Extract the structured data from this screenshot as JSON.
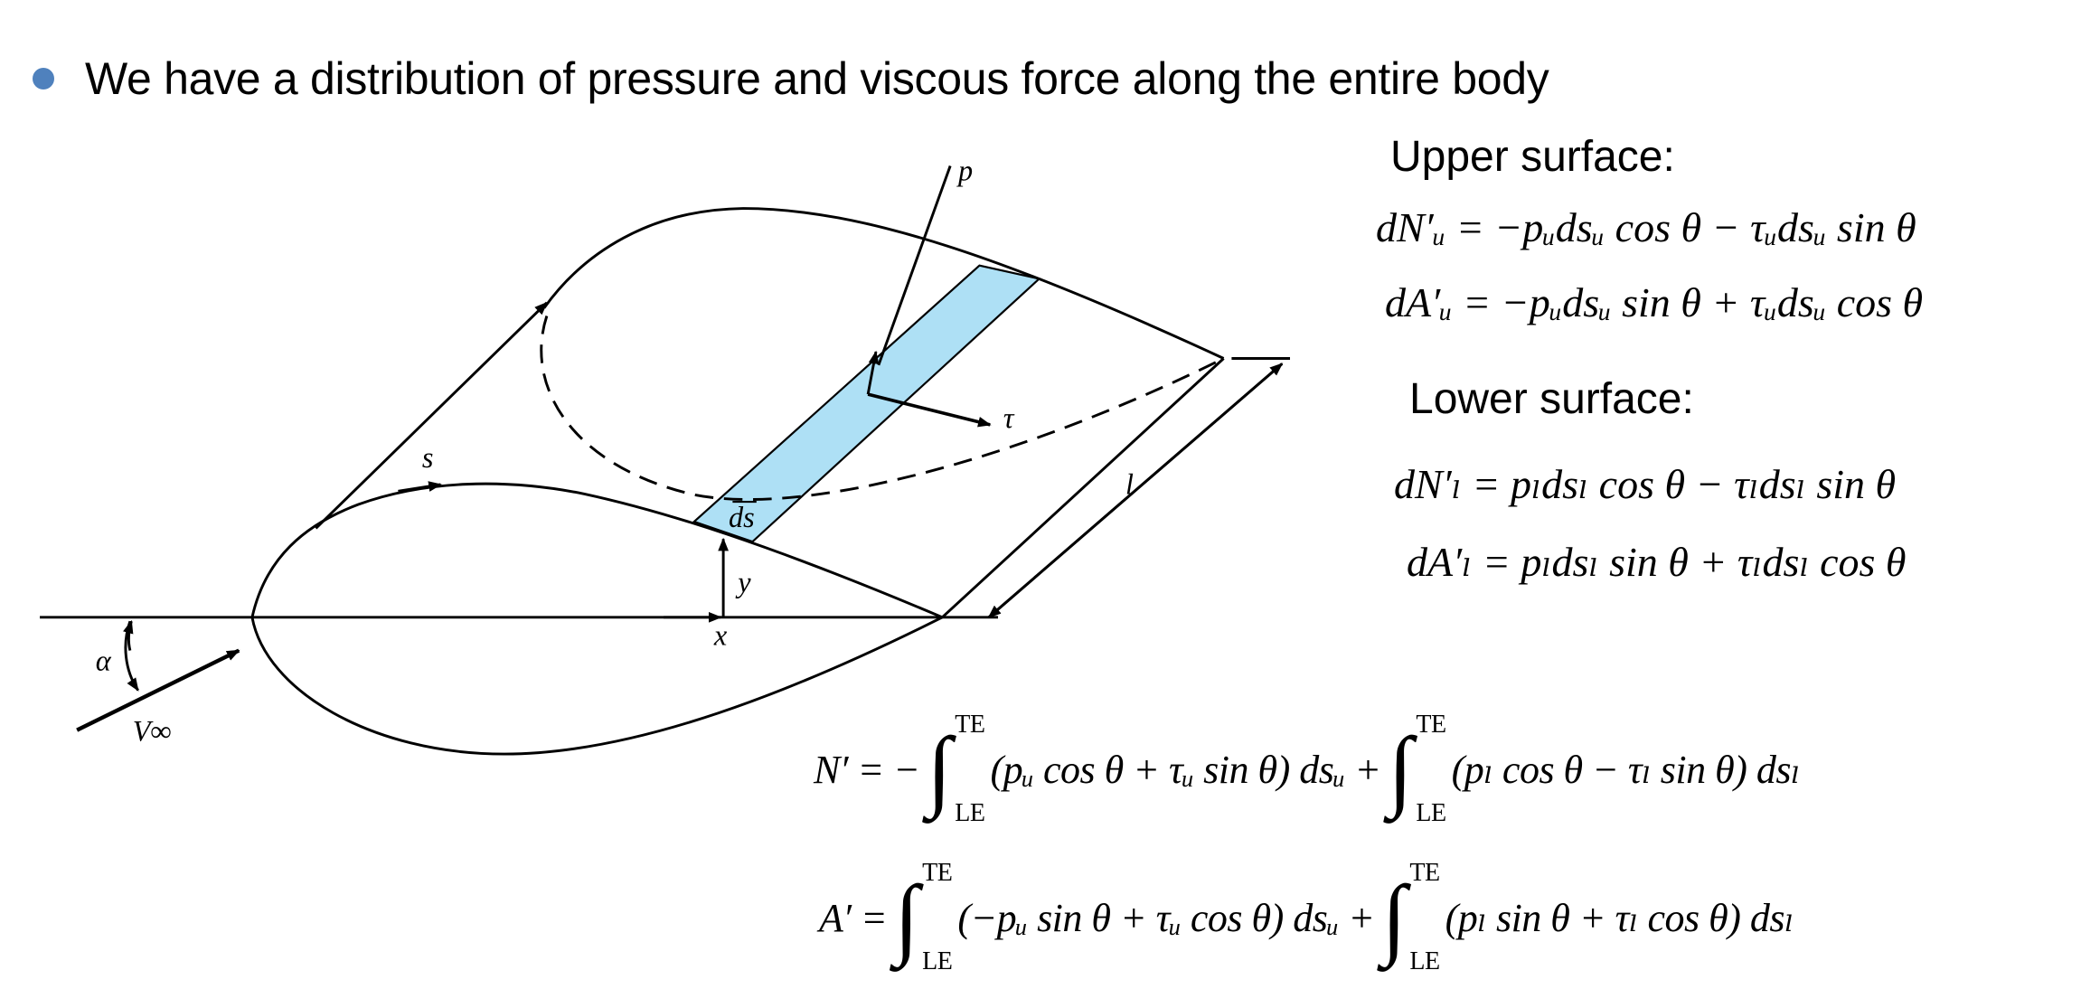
{
  "bullet": {
    "text": "We have a distribution of pressure and viscous force along the entire body",
    "color": "#4f81bd"
  },
  "diagram": {
    "labels": {
      "p": "p",
      "tau": "τ",
      "s": "s",
      "ds": "ds",
      "y": "y",
      "x": "x",
      "l": "l",
      "alpha": "α",
      "v_inf": "V∞"
    },
    "strip_color": "#aee0f5"
  },
  "upper": {
    "heading": "Upper surface:",
    "dN": "dN′ᵤ = −pᵤdsᵤ cos θ − τᵤdsᵤ sin θ",
    "dA": "dA′ᵤ = −pᵤdsᵤ sin θ + τᵤdsᵤ cos θ"
  },
  "lower": {
    "heading": "Lower surface:",
    "dN": "dN′ₗ = pₗdsₗ cos θ − τₗdsₗ sin θ",
    "dA": "dA′ₗ = pₗdsₗ sin θ + τₗdsₗ cos θ"
  },
  "normal_force": {
    "lhs": "N′ = −",
    "upper_lim": "TE",
    "lower_lim": "LE",
    "term1": "(pᵤ cos θ + τᵤ sin θ) dsᵤ +",
    "term2": "(pₗ cos θ − τₗ sin θ) dsₗ"
  },
  "axial_force": {
    "lhs": "A′ =",
    "upper_lim": "TE",
    "lower_lim": "LE",
    "term1": "(−pᵤ sin θ + τᵤ cos θ) dsᵤ +",
    "term2": "(pₗ sin θ + τₗ cos θ) dsₗ"
  }
}
